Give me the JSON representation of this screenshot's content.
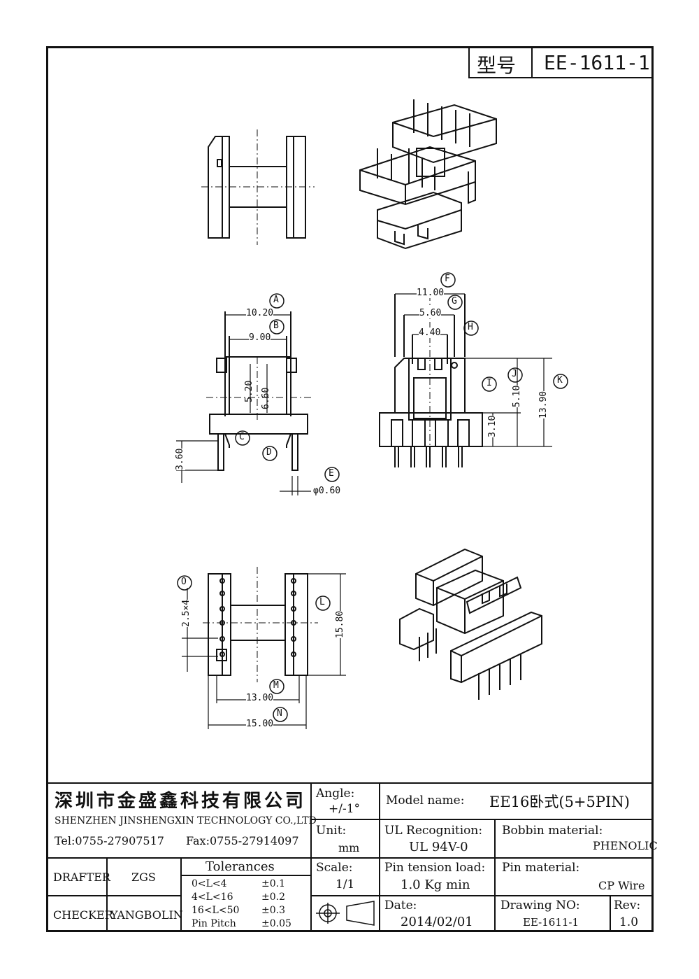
{
  "header": {
    "model_label": "型号",
    "model_value": "EE-1611-1"
  },
  "dims": {
    "A": "A",
    "a_val": "10.20",
    "B": "B",
    "b_val": "9.00",
    "C": "C",
    "D": "D",
    "E": "E",
    "d520": "5.20",
    "d660": "6.60",
    "d360": "3.60",
    "e_val": "φ0.60",
    "F": "F",
    "f_val": "11.00",
    "G": "G",
    "g_val": "5.60",
    "H": "H",
    "h_val": "4.40",
    "I": "I",
    "J": "J",
    "K": "K",
    "i_val": "3.10",
    "j_val": "5.10",
    "k_val": "13.90",
    "O": "O",
    "o_val": "2.5×4",
    "L": "L",
    "l_val": "15.80",
    "M": "M",
    "m_val": "13.00",
    "N": "N",
    "n_val": "15.00"
  },
  "title_block": {
    "company_cn": "深圳市金盛鑫科技有限公司",
    "company_en": "SHENZHEN JINSHENGXIN TECHNOLOGY CO.,LTD",
    "tel": "Tel:0755-27907517",
    "fax": "Fax:0755-27914097",
    "angle_label": "Angle:",
    "angle_value": "+/-1°",
    "unit_label": "Unit:",
    "unit_value": "mm",
    "scale_label": "Scale:",
    "scale_value": "1/1",
    "model_name_label": "Model name:",
    "model_name_value": "EE16卧式(5+5PIN)",
    "ul_label": "UL Recognition:",
    "ul_value": "UL 94V-0",
    "bobbin_label": "Bobbin material:",
    "bobbin_value": "PHENOLIC",
    "pin_tension_label": "Pin tension load:",
    "pin_tension_value": "1.0 Kg min",
    "pin_material_label": "Pin material:",
    "pin_material_value": "CP Wire",
    "date_label": "Date:",
    "date_value": "2014/02/01",
    "drawing_label": "Drawing NO:",
    "drawing_value": "EE-1611-1",
    "rev_label": "Rev:",
    "rev_value": "1.0",
    "drafter_label": "DRAFTER",
    "drafter_value": "ZGS",
    "checker_label": "CHECKER",
    "checker_value": "YANGBOLIN",
    "tolerances_title": "Tolerances",
    "tolerances": [
      {
        "range": "0<L<4",
        "value": "±0.1"
      },
      {
        "range": "4<L<16",
        "value": "±0.2"
      },
      {
        "range": "16<L<50",
        "value": "±0.3"
      },
      {
        "range": "Pin Pitch",
        "value": "±0.05"
      }
    ]
  }
}
